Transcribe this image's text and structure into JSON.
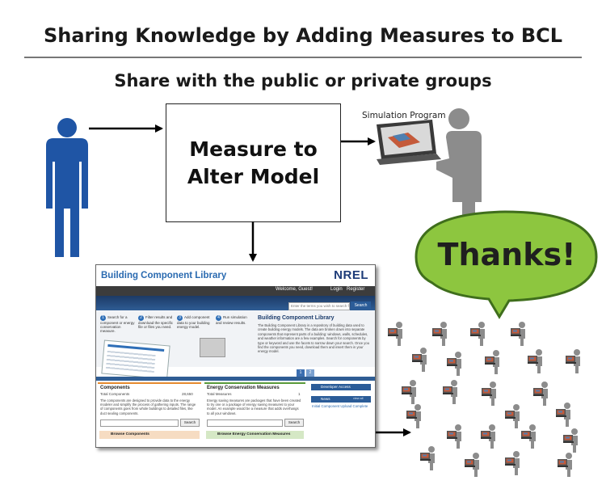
{
  "title": "Sharing Knowledge by Adding Measures to BCL",
  "subtitle": "Share with the public or private groups",
  "measure_box": {
    "line1": "Measure to",
    "line2": "Alter Model"
  },
  "simulation_label": "Simulation Program",
  "thanks": "Thanks!",
  "colors": {
    "person_blue": "#1f55a5",
    "person_gray": "#8c8c8c",
    "bubble_green": "#8dc63f",
    "bubble_stroke": "#3f6e1c"
  },
  "bcl": {
    "title": "Building Component Library",
    "logo": "NREL",
    "welcome": "Welcome, Guest!",
    "login": "Login",
    "register": "Register",
    "search_placeholder": "Enter the terms you wish to search for.",
    "search_button": "Search",
    "steps": [
      {
        "num": "1",
        "text": "Search for a component or energy conservation measure."
      },
      {
        "num": "2",
        "text": "Filter results and download the specific file or files you need."
      },
      {
        "num": "3",
        "text": "Add component data to your building energy model."
      },
      {
        "num": "4",
        "text": "Run simulation and review results."
      }
    ],
    "intro_heading": "Building Component Library",
    "intro_text": "The Building Component Library is a repository of building data used to create building energy models. The data are broken down into separate components that represent parts of a building: windows, walls, schedules, and weather information are a few examples. Search for components by type or keyword and use the facets to narrow down your search. Once you find the components you need, download them and insert them in your energy model.",
    "pager": [
      "1",
      "2"
    ],
    "components": {
      "heading": "Components",
      "total_label": "Total Components",
      "total": "28,650",
      "text": "The components are designed to provide data to the energy modeler and simplify the process of gathering inputs. The range of components goes from whole buildings to detailed files, like duct sealing components.",
      "search": "Search",
      "browse": "Browse Components"
    },
    "ecm": {
      "heading": "Energy Conservation Measures",
      "total_label": "Total Measures",
      "total": "1",
      "text": "Energy saving measures are packages that have been created to try one or a package of energy saving measures to your model. An example would be a measure that adds overhangs to all your windows.",
      "search": "Search",
      "browse": "Browse Energy Conservation Measures"
    },
    "developer_access": "Developer Access",
    "news": "News",
    "view_all": "view all",
    "news_item": "Initial Component Upload Complete"
  }
}
